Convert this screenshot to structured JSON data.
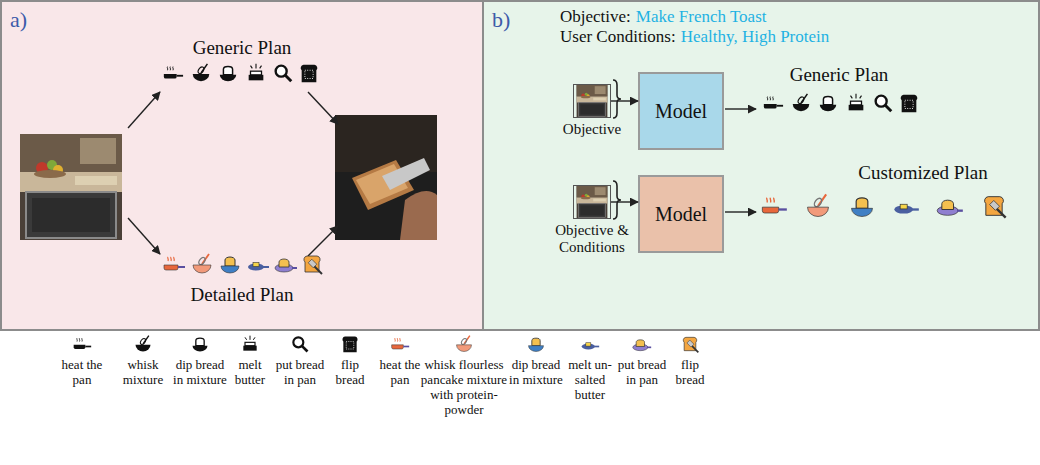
{
  "diagram": {
    "nodes": [
      {
        "text": [
          "a)",
          "Generic Plan",
          "Detailed Plan"
        ]
      },
      {
        "text": [
          "b)",
          "Objective:",
          "Make French Toast",
          "User Conditions:",
          "Healthy, High Protein",
          "Generic Plan",
          "Customized Plan"
        ]
      },
      {
        "text": [
          "Objective"
        ],
        "in": 1
      },
      {
        "text": [
          "Model"
        ],
        "in": 1
      },
      {
        "text": [
          "Objective & Conditions"
        ],
        "in": 1
      },
      {
        "text": [
          "Model"
        ],
        "in": 1
      }
    ],
    "edges": [
      {
        "from": 2,
        "to": 3,
        "arrow": "to"
      },
      {
        "from": 4,
        "to": 5,
        "arrow": "to"
      }
    ],
    "legend": [
      {
        "text": "heat the pan"
      },
      {
        "text": "whisk mixture"
      },
      {
        "text": "dip bread in mixture"
      },
      {
        "text": "melt butter"
      },
      {
        "text": "put bread in pan"
      },
      {
        "text": "flip bread"
      },
      {
        "text": "heat the pan"
      },
      {
        "text": "whisk flourless pancake mixture with protein-powder"
      },
      {
        "text": "dip bread in mixture"
      },
      {
        "text": "melt un-salted butter"
      },
      {
        "text": "put bread in pan"
      },
      {
        "text": "flip bread"
      }
    ]
  }
}
